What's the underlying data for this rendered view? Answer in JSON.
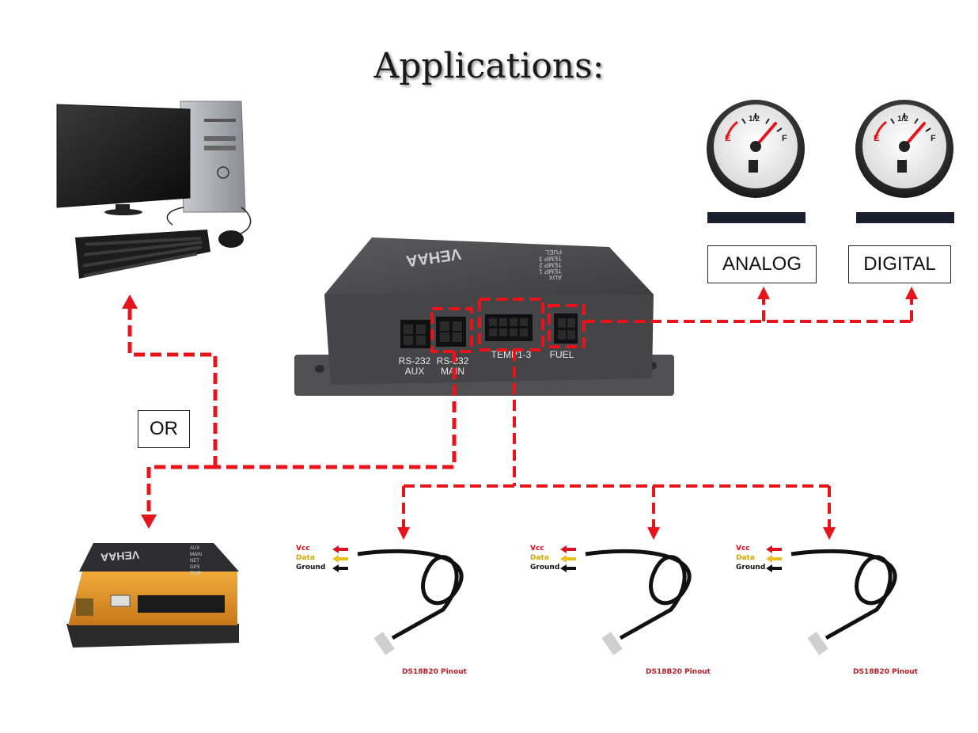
{
  "title": "Applications:",
  "labels": {
    "analog": "ANALOG",
    "digital": "DIGITAL",
    "or": "OR"
  },
  "device": {
    "brand": "VEHAA",
    "ports": [
      {
        "label_line1": "RS-232",
        "label_line2": "AUX"
      },
      {
        "label_line1": "RS-232",
        "label_line2": "MAIN"
      },
      {
        "label_line1": "TEMP1-3",
        "label_line2": ""
      },
      {
        "label_line1": "FUEL",
        "label_line2": ""
      }
    ],
    "side_labels": [
      "FUEL",
      "TEMP 3",
      "TEMP 2",
      "TEMP 1",
      "AUX"
    ]
  },
  "small_device": {
    "brand": "VEHAA",
    "side_labels": [
      "AUX",
      "MAIN",
      "NET",
      "GPS",
      "PWR"
    ]
  },
  "gauge": {
    "empty": "E",
    "half": "1/2",
    "full": "F"
  },
  "sensor": {
    "vcc": "Vcc",
    "data": "Data",
    "ground": "Ground",
    "caption": "DS18B20 Pinout"
  },
  "colors": {
    "connector": "#e8141b",
    "device_body": "#4a4a4c",
    "device_accent": "#e99b2c"
  },
  "icons": [
    "desktop-computer-icon",
    "fuel-gauge-icon",
    "temperature-sensor-icon",
    "tracker-device-icon"
  ]
}
